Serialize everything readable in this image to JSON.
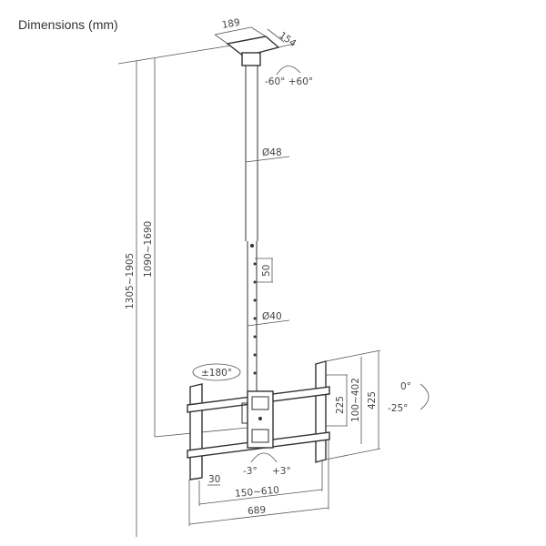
{
  "title": "Dimensions (mm)",
  "labels": {
    "plate_width": "189",
    "plate_depth": "154",
    "swivel_top": "-60° +60°",
    "pole_diameter_upper": "Ø48",
    "hole_spacing": "50",
    "pole_diameter_lower": "Ø40",
    "rotation": "±180°",
    "height_total": "1305~1905",
    "height_pole": "1090~1690",
    "vertical_225": "225",
    "vertical_range": "100~402",
    "vertical_425": "425",
    "tilt_0": "0°",
    "tilt_minus25": "-25°",
    "level_minus3": "-3°",
    "level_plus3": "+3°",
    "depth_30": "30",
    "horizontal_range": "150~610",
    "width_689": "689"
  }
}
